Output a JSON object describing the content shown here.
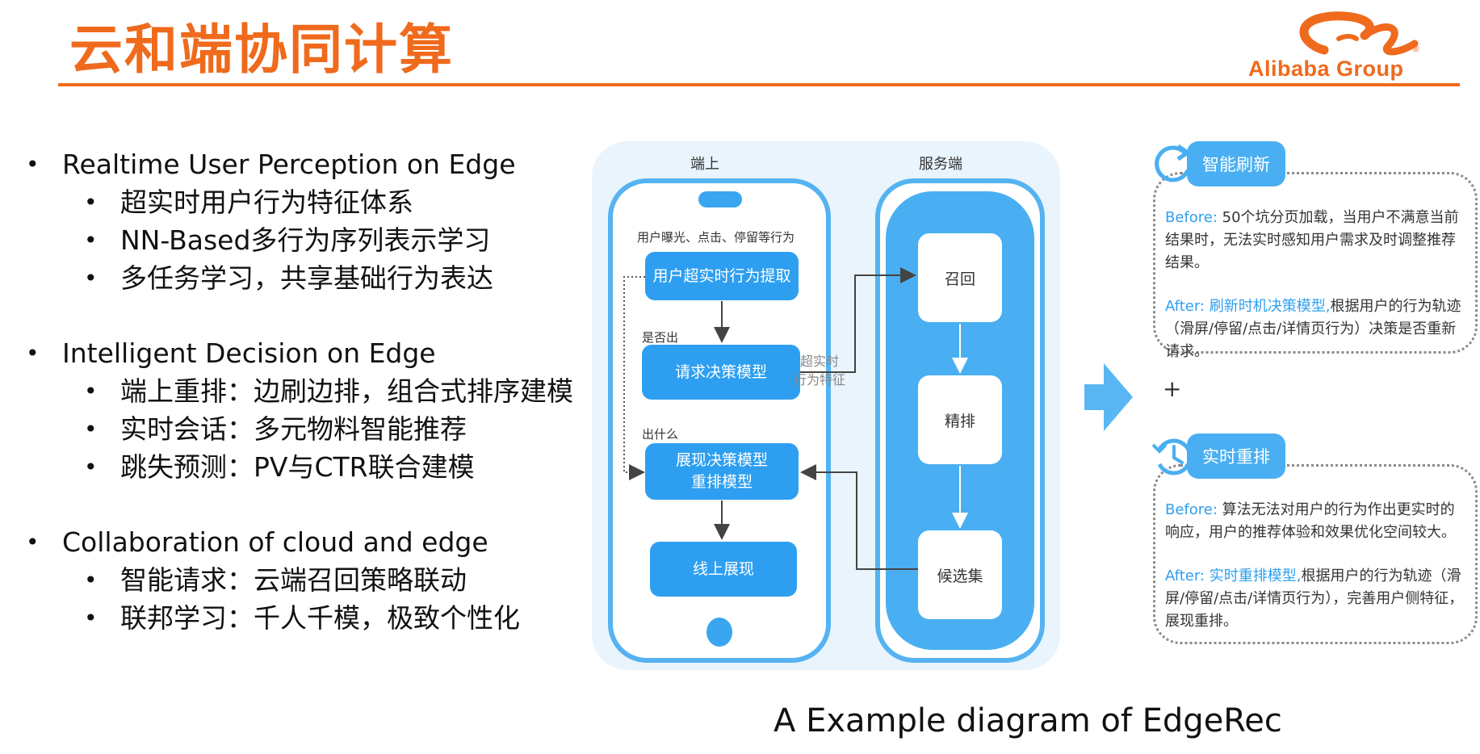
{
  "header": {
    "title": "云和端协同计算",
    "logo_text": "Alibaba Group",
    "logo_mark": "®"
  },
  "bullets": [
    {
      "title": "Realtime User Perception on Edge",
      "items": [
        "超实时用户行为特征体系",
        "NN-Based多行为序列表示学习",
        "多任务学习，共享基础行为表达"
      ]
    },
    {
      "title": "Intelligent Decision on Edge",
      "items": [
        "端上重排：边刷边排，组合式排序建模",
        "实时会话：多元物料智能推荐",
        "跳失预测：PV与CTR联合建模"
      ]
    },
    {
      "title": "Collaboration of cloud and edge",
      "items": [
        "智能请求：云端召回策略联动",
        "联邦学习：千人千模，极致个性化"
      ]
    }
  ],
  "diagram": {
    "edge_label": "端上",
    "server_label": "服务端",
    "behavior_label": "用户曝光、点击、停留等行为",
    "step1": "用户超实时行为提取",
    "whether_label": "是否出",
    "step2": "请求决策模型",
    "what_label": "出什么",
    "step3_line1": "展现决策模型",
    "step3_line2": "重排模型",
    "step4": "线上展现",
    "feature_line1": "超实时",
    "feature_line2": "行为特征",
    "recall": "召回",
    "rank": "精排",
    "candidates": "候选集"
  },
  "caption": "A Example diagram of EdgeRec",
  "cards": [
    {
      "badge": "智能刷新",
      "before_label": "Before:",
      "before_text": "50个坑分页加载，当用户不满意当前结果时，无法实时感知用户需求及时调整推荐结果。",
      "after_label": "After:",
      "after_highlight": "刷新时机决策模型,",
      "after_text": "根据用户的行为轨迹（滑屏/停留/点击/详情页行为）决策是否重新请求。"
    },
    {
      "badge": "实时重排",
      "before_label": "Before:",
      "before_text": "算法无法对用户的行为作出更实时的响应，用户的推荐体验和效果优化空间较大。",
      "after_label": "After:",
      "after_highlight": "实时重排模型,",
      "after_text": "根据用户的行为轨迹（滑屏/停留/点击/详情页行为），完善用户侧特征，展现重排。"
    }
  ],
  "plus": "+",
  "colors": {
    "accent_orange": "#ef6a1c",
    "diagram_blue": "#2e9ff0",
    "light_blue": "#4aaff2"
  }
}
